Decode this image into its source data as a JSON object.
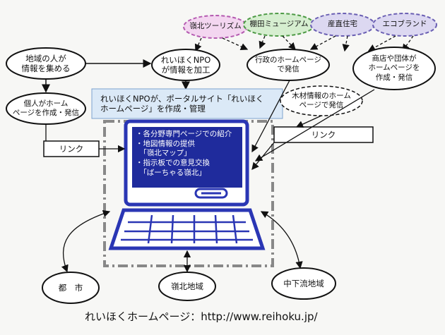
{
  "top_partners": [
    {
      "label": "嶺北ツーリズム",
      "color": "#f3d6f0",
      "border": "#b45ab0"
    },
    {
      "label": "棚田ミュージアム",
      "color": "#d6eed0",
      "border": "#4d9a45"
    },
    {
      "label": "産直住宅",
      "color": "#dcd8f1",
      "border": "#6a5fb3"
    },
    {
      "label": "エコブランド",
      "color": "#dcd8f1",
      "border": "#6a5fb3"
    }
  ],
  "nodes": {
    "residents": "地域の人が\n情報を集める",
    "npo_process": "れいほくNPO\nが情報を加工",
    "gov_home": "行政のホームページ\nで発信",
    "shops": "商店や団体が\nホームページを\n作成・発信",
    "individuals": "個人がホーム\nページを作成・発信",
    "timber": "木材情報のホーム\nページで発信"
  },
  "portal_banner": "れいほくNPOが、ポータルサイト「れいほく\nホームページ」を作成・管理",
  "link_labels": {
    "left": "リンク",
    "right": "リンク"
  },
  "screen_lines": [
    "・各分野専門ページでの紹介",
    "・地図情報の提供",
    "　「嶺北マップ」",
    "・指示板での意見交換",
    "　「ばーちゃる嶺北」"
  ],
  "regions": {
    "city": "都　市",
    "reihoku": "嶺北地域",
    "midstream": "中下流地域"
  },
  "footer": "れいほくホームページ：http://www.reihoku.jp/",
  "colors": {
    "screen": "#1f2b9c",
    "laptop": "#2a36b4",
    "banner": "#dbe9f7"
  }
}
